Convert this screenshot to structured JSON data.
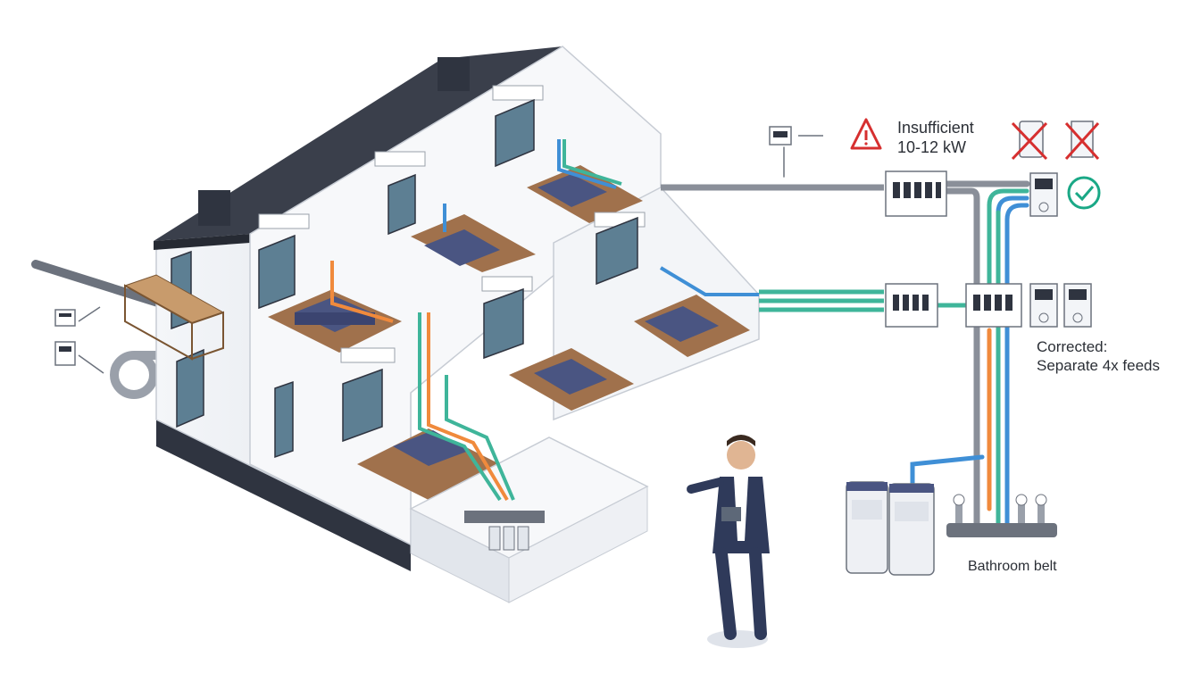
{
  "warning": {
    "line1": "Insufficient",
    "line2": "10-12 kW",
    "icon": "warning-triangle-icon",
    "color": "#d62f2f"
  },
  "correction": {
    "line1": "Corrected:",
    "line2": "Separate 4x feeds",
    "icon": "check-circle-icon",
    "color": "#1aa886"
  },
  "bathroom": {
    "label": "Bathroom belt"
  },
  "colors": {
    "cold_water": "#3f8fd6",
    "hot_water": "#f08a3c",
    "heating_feed": "#3fb59a",
    "main_pipe": "#8a8f99",
    "roof": "#3a3f4b",
    "wall": "#eef0f4",
    "floor": "#a0714c",
    "bed": "#4a5582",
    "rejected": "#d62f2f"
  }
}
